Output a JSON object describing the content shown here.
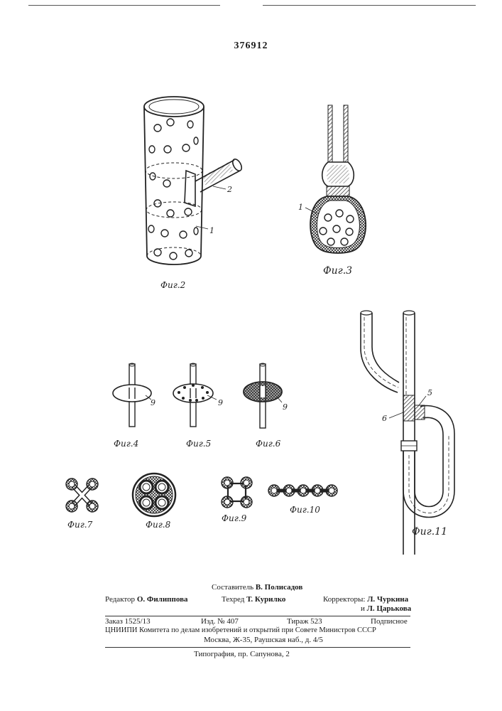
{
  "document": {
    "patent_number": "376912"
  },
  "figures": {
    "fig2": {
      "label": "Фиг.2",
      "parts": [
        "1",
        "2"
      ]
    },
    "fig3": {
      "label": "Фиг.3",
      "parts": [
        "1"
      ]
    },
    "fig4": {
      "label": "Фиг.4",
      "parts": [
        "9"
      ]
    },
    "fig5": {
      "label": "Фиг.5",
      "parts": [
        "9"
      ]
    },
    "fig6": {
      "label": "Фиг.6",
      "parts": [
        "9"
      ]
    },
    "fig7": {
      "label": "Фиг.7"
    },
    "fig8": {
      "label": "Фиг.8"
    },
    "fig9": {
      "label": "Фиг.9"
    },
    "fig10": {
      "label": "Фиг.10"
    },
    "fig11": {
      "label": "Фиг.11",
      "parts": [
        "5",
        "6"
      ]
    }
  },
  "imprint": {
    "compiler_label": "Составитель",
    "compiler_name": "В. Полисадов",
    "editor_label": "Редактор",
    "editor_name": "О. Филиппова",
    "techred_label": "Техред",
    "techred_name": "Т. Курилко",
    "correctors_label": "Корректоры:",
    "corrector1_name": "Л. Чуркина",
    "corrector2_prefix": "и",
    "corrector2_name": "Л. Царькова",
    "order": "Заказ 1525/13",
    "edition": "Изд. № 407",
    "circulation": "Тираж 523",
    "subscription": "Подписное",
    "institute_line": "ЦНИИПИ Комитета по делам изобретений и открытий при Совете Министров СССР",
    "address_line": "Москва, Ж-35, Раушская наб., д. 4/5",
    "printer": "Типография, пр. Сапунова, 2"
  }
}
